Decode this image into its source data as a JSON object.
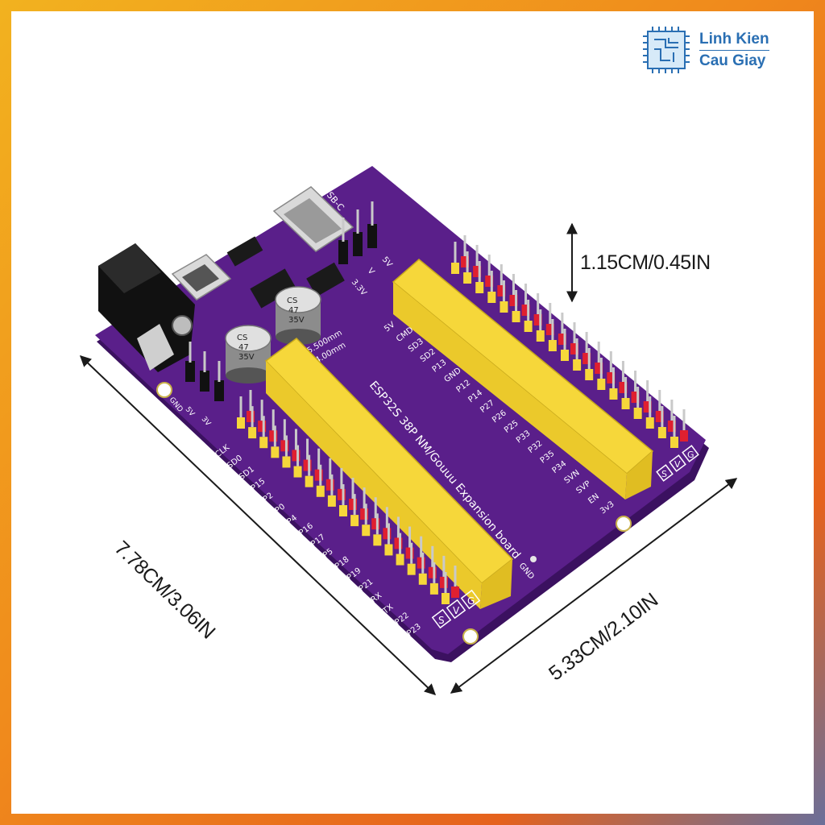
{
  "brand": {
    "line1": "Linh Kien",
    "line2": "Cau Giay"
  },
  "dimensions": {
    "height": "1.15CM/0.45IN",
    "length": "7.78CM/3.06IN",
    "width": "5.33CM/2.10IN"
  },
  "board": {
    "title": "ESP32S 38P NM/Gouuu Expansion board",
    "usb_label": "USB-C",
    "jumper_labels": [
      "3.3V",
      "V",
      "5V"
    ],
    "cap1_text": [
      "CS",
      "47",
      "35V"
    ],
    "cap2_text": [
      "CS",
      "47",
      "35V"
    ],
    "size_marks": [
      "25.500mm",
      "24.00mm"
    ],
    "left_pins": [
      "CLK",
      "SD0",
      "SD1",
      "P15",
      "P2",
      "P0",
      "P4",
      "P16",
      "P17",
      "P5",
      "P18",
      "P19",
      "P21",
      "RX",
      "TX",
      "P22",
      "P23"
    ],
    "right_pins": [
      "5V",
      "CMD",
      "SD3",
      "SD2",
      "P13",
      "GND",
      "P12",
      "P14",
      "P27",
      "P26",
      "P25",
      "P33",
      "P32",
      "P35",
      "P34",
      "SVN",
      "SVP",
      "EN",
      "3v3"
    ],
    "svg_labels": [
      "S",
      "V",
      "G"
    ],
    "power_labels": [
      "GND",
      "5V",
      "3V"
    ],
    "gnd_label": "GND"
  },
  "colors": {
    "pcb": "#5a1f8a",
    "header_yellow": "#f6d73a",
    "pin_red": "#e02030",
    "pin_metal": "#c9c9c9",
    "accent": "#2a6fb3"
  }
}
